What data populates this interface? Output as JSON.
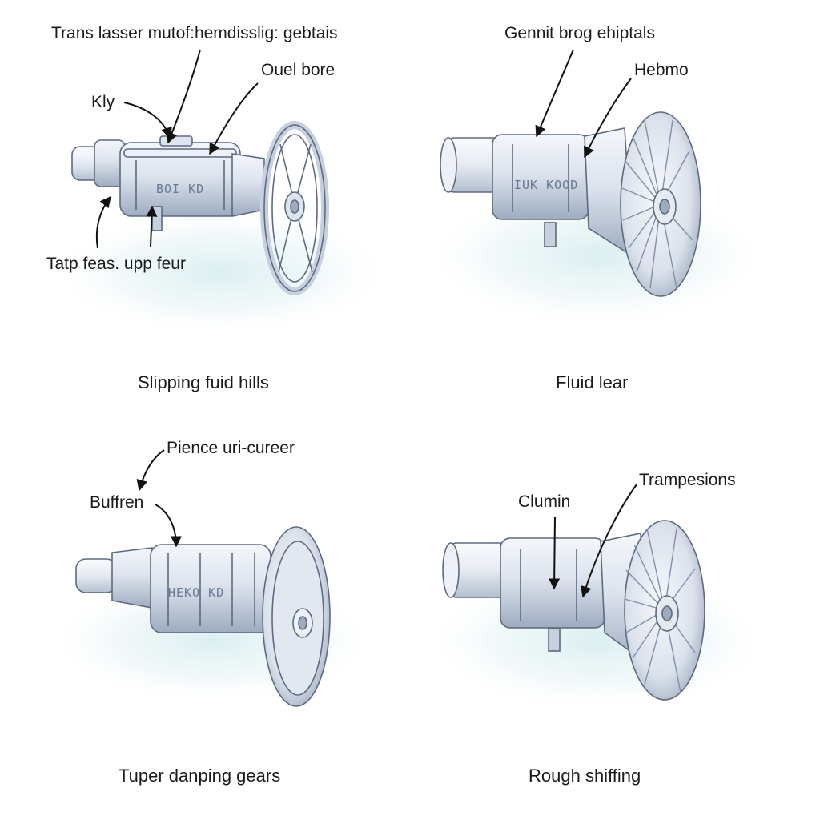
{
  "panels": [
    {
      "caption": "Slipping fuid hills",
      "callouts": [
        "Trans lasser mutof:hemdisslig: gebtais",
        "Kly",
        "Ouel bore",
        "Tatp feas. upp feur"
      ],
      "stamp_text": "BOI  KD"
    },
    {
      "caption": "Fluid lear",
      "callouts": [
        "Gennit brog ehiptals",
        "Hebmo"
      ],
      "stamp_text": "IUK  KOOD"
    },
    {
      "caption": "Tuper danping gears",
      "callouts": [
        "Pience uri-cureer",
        "Buffren"
      ],
      "stamp_text": "HEKO  KD"
    },
    {
      "caption": "Rough shiffing",
      "callouts": [
        "Trampesions",
        "Clumin"
      ],
      "stamp_text": ""
    }
  ],
  "colors": {
    "metal_light": "#eef2f8",
    "metal_mid": "#c6d0de",
    "metal_dark": "#7f8ca3",
    "outline": "#5d6a80",
    "shadow_tint": "#d6ecef",
    "leader": "#111111"
  }
}
